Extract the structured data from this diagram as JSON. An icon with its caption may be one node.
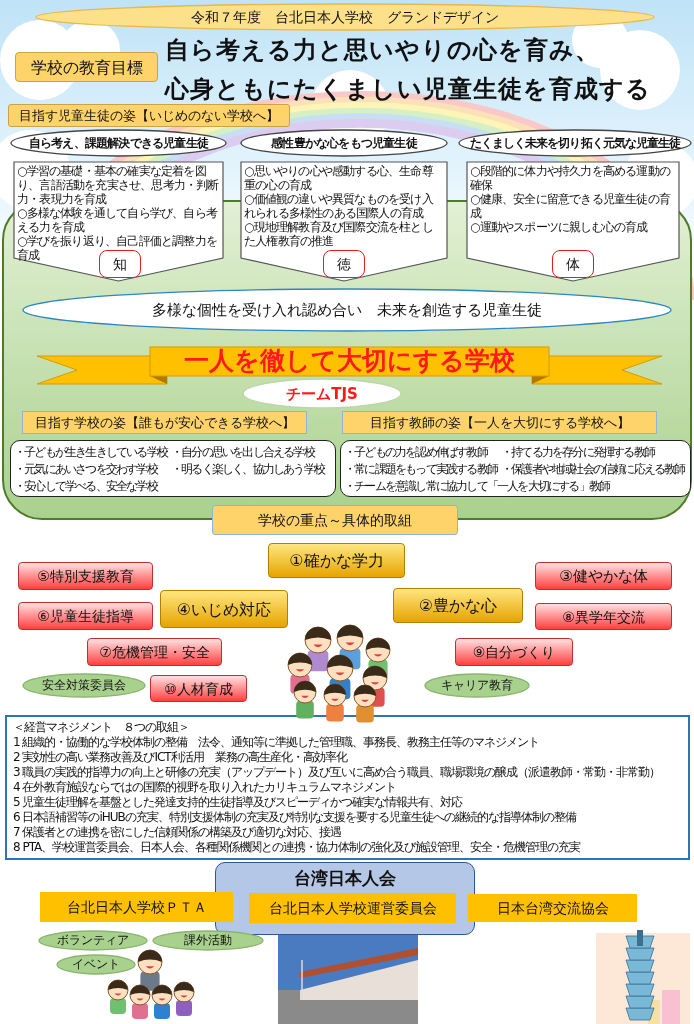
{
  "diagram": {
    "nodes": [
      {
        "text": [
          "令和７年度　台北日本人学校　グランドデザイン"
        ]
      },
      {
        "text": [
          "学校の教育目標"
        ]
      },
      {
        "text": [
          "目指す児童生徒の姿【いじめのない学校へ】"
        ]
      },
      {
        "text": [
          "自ら考え、課題解決できる児童生徒"
        ]
      },
      {
        "text": [
          "○学習の基礎・基本の確実な定着を図り、言語活動を充実させ、思考力・判断力・表現力を育成",
          "○多様な体験を通して自ら学び、自ら考える力を育成",
          "○学びを振り返り、自己評価と調整力を育成"
        ]
      },
      {
        "text": [
          "知"
        ]
      },
      {
        "text": [
          "感性豊かな心をもつ児童生徒"
        ]
      },
      {
        "text": [
          "○思いやりの心や感動する心、生命尊重の心の育成",
          "○価値観の違いや異質なものを受け入れられる多様性のある国際人の育成",
          "○現地理解教育及び国際交流を柱とした人権教育の推進"
        ]
      },
      {
        "text": [
          "徳"
        ]
      },
      {
        "text": [
          "たくましく未来を切り拓く元気な児童生徒"
        ]
      },
      {
        "text": [
          "○段階的に体力や持久力を高める運動の確保",
          "○健康、安全に留意できる児童生徒の育成",
          "○運動やスポーツに親しむ心の育成"
        ]
      },
      {
        "text": [
          "体"
        ]
      },
      {
        "text": [],
        "shape": "box"
      },
      {
        "text": [
          "多様な個性を受け入れ認め合い　未来を創造する児童生徒"
        ],
        "in": 12
      },
      {
        "text": [
          "一人を徹して大切にする学校"
        ],
        "in": 12
      },
      {
        "text": [
          "チームTJS"
        ],
        "in": 12
      },
      {
        "text": [
          "目指す学校の姿【誰もが安心できる学校へ】"
        ],
        "in": 12
      },
      {
        "text": [
          "・子どもが生き生きしている学校",
          "・自分の思いを出し合える学校",
          "・元気にあいさつを交わす学校",
          "・明るく楽しく、協力しあう学校",
          "・安心して学べる、安全な学校"
        ],
        "in": 12
      },
      {
        "text": [
          "目指す教師の姿【一人を大切にする学校へ】"
        ],
        "in": 12
      },
      {
        "text": [
          "・子どもの力を認め伸ばす教師",
          "・持てる力を存分に発揮する教師",
          "・常に課題をもって実践する教師",
          "・保護者や地域社会の信頼に応える教師",
          "・チームを意識し常に協力して「一人を大切にする」教師"
        ],
        "in": 12
      },
      {
        "text": [
          "学校の重点～具体的取組"
        ]
      },
      {
        "text": [
          "①確かな学力"
        ]
      },
      {
        "text": [
          "⑤特別支援教育"
        ]
      },
      {
        "text": [
          "③健やかな体"
        ]
      },
      {
        "text": [
          "④いじめ対応"
        ]
      },
      {
        "text": [
          "②豊かな心"
        ]
      },
      {
        "text": [
          "⑥児童生徒指導"
        ]
      },
      {
        "text": [
          "⑧異学年交流"
        ]
      },
      {
        "text": [
          "⑦危機管理・安全"
        ]
      },
      {
        "text": [
          "⑨自分づくり"
        ]
      },
      {
        "text": [
          "安全対策委員会"
        ]
      },
      {
        "text": [
          "⑩人材育成"
        ]
      },
      {
        "text": [
          "キャリア教育"
        ]
      },
      {
        "text": [
          "＜経営マネジメント　８つの取組＞",
          "1 組織的・協働的な学校体制の整備　法令、通知等に準拠した管理職、事務長、教務主任等のマネジメント",
          "2 実効性の高い業務改善及びICT利活用　業務の高生産化・高効率化",
          "3 職員の実践的指導力の向上と研修の充実（アップデート）及び互いに高め合う職員、職場環境の醸成（派遣教師・常勤・非常勤）",
          "4 在外教育施設ならではの国際的視野を取り入れたカリキュラムマネジメント",
          "5 児童生徒理解を基盤とした発達支持的生徒指導及びスピーディかつ確実な情報共有、対応",
          "6 日本語補習等のiHUBの充実、特別支援体制の充実及び特別な支援を要する児童生徒への継続的な指導体制の整備",
          "7 保護者との連携を密にした信頼関係の構築及び適切な対応、接遇",
          "8 PTA、学校運営委員会、日本人会、各種関係機関との連携・協力体制の強化及び施設管理、安全・危機管理の充実"
        ]
      },
      {
        "text": [
          "台湾日本人会"
        ]
      },
      {
        "text": [
          "台北日本人学校ＰＴＡ"
        ]
      },
      {
        "text": [
          "台北日本人学校運営委員会"
        ],
        "in": 34
      },
      {
        "text": [
          "日本台湾交流協会"
        ]
      },
      {
        "text": [
          "ボランティア"
        ]
      },
      {
        "text": [
          "課外活動"
        ]
      },
      {
        "text": [
          "イベント"
        ]
      }
    ],
    "labels": [
      "自ら考える力と思いやりの心を育み、",
      "心身ともにたくましい児童生徒を育成する"
    ]
  }
}
